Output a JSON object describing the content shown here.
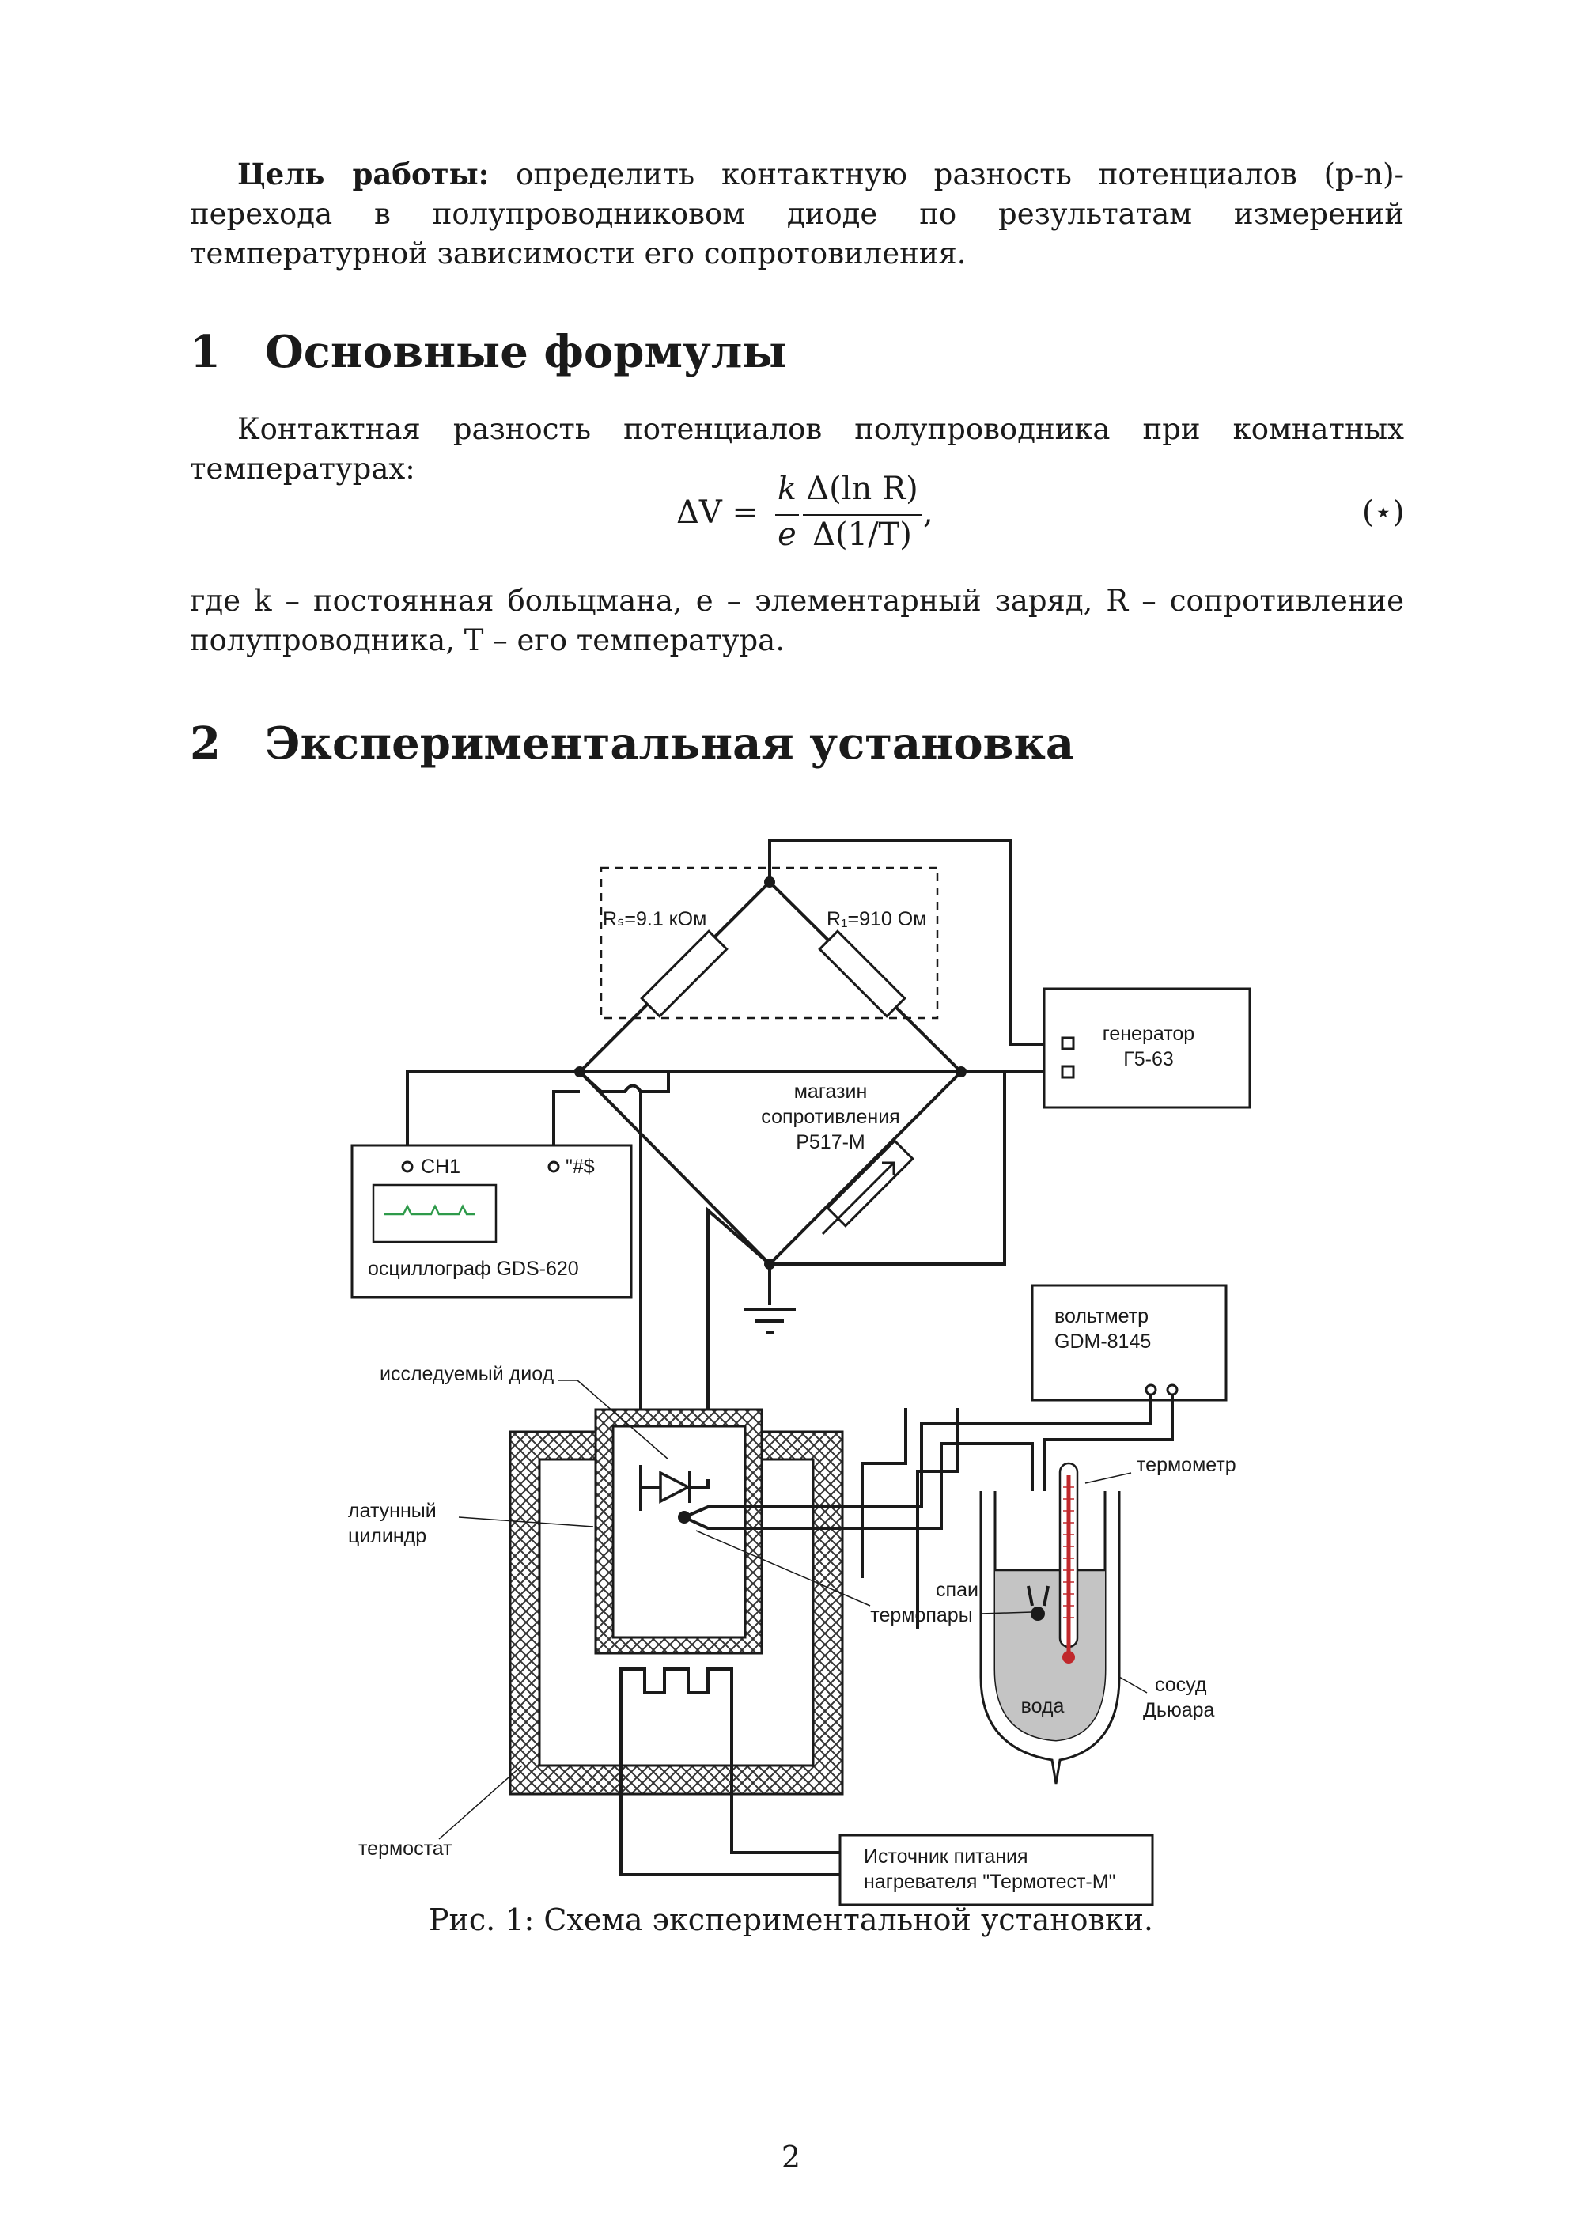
{
  "intro": {
    "label": "Цель работы:",
    "text": " определить контактную разность потенциалов (p-n)-перехода в полупроводниковом диоде по результатам измерений температурной зависимости его сопротовиления."
  },
  "section1": {
    "number": "1",
    "title": "Основные формулы"
  },
  "formula_intro": "Контактная разность потенциалов полупроводника при комнатных температурах:",
  "equation": {
    "lhs": "ΔV =",
    "frac1_num": "k",
    "frac1_den": "e",
    "frac2_num": "Δ(ln R)",
    "frac2_den": "Δ(1/T)",
    "trail": ",",
    "tag": "(⋆)"
  },
  "definitions": "где k – постоянная больцмана, e – элементарный заряд, R – сопротивление полупроводника, T – его температура.",
  "section2": {
    "number": "2",
    "title": "Экспериментальная установка"
  },
  "figure": {
    "rs": "Rₛ=9.1 кОм",
    "r1": "R₁=910 Ом",
    "generator": [
      "генератор",
      "Г5-63"
    ],
    "store": [
      "магазин",
      "сопротивления",
      "Р517-М"
    ],
    "ch1": "CH1",
    "ch2": "\"#$",
    "oscilloscope": "осциллограф GDS-620",
    "voltmeter": [
      "вольтметр",
      "GDM-8145"
    ],
    "diode": "исследуемый диод",
    "cylinder": [
      "латунный",
      "цилиндр"
    ],
    "thermometer": "термометр",
    "junctions": [
      "спаи",
      "термопары"
    ],
    "water": "вода",
    "dewar": [
      "сосуд",
      "Дьюара"
    ],
    "thermostat": "термостат",
    "supply": [
      "Источник питания",
      "нагревателя \"Термотест-М\""
    ]
  },
  "caption": "Рис. 1: Схема экспериментальной установки.",
  "page_number": "2"
}
